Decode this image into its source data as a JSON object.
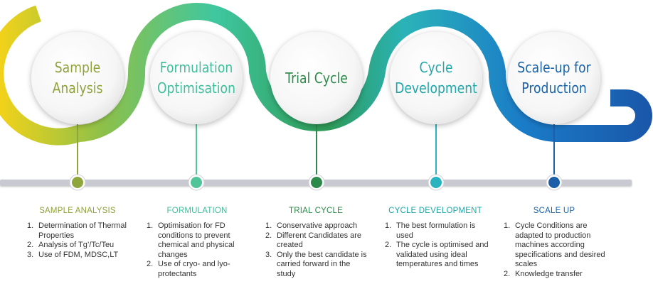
{
  "stages": [
    {
      "id": "sample",
      "circle_lines": [
        "Sample",
        "Analysis"
      ],
      "heading": "SAMPLE ANALYSIS",
      "color": "#8fa23a",
      "dot_color": "#8fa63d",
      "items": [
        {
          "num": "1.",
          "text": "Determination of Thermal Properties"
        },
        {
          "num": "2.",
          "text": "Analysis of Tg’/Tc/Teu"
        },
        {
          "num": "3.",
          "text": "Use of FDM, MDSC,LT"
        }
      ]
    },
    {
      "id": "formulation",
      "circle_lines": [
        "Formulation",
        "Optimisation"
      ],
      "heading": "FORMULATION",
      "color": "#3fbf9a",
      "dot_color": "#52c49a",
      "items": [
        {
          "num": "1.",
          "text": "Optimisation for FD conditions to prevent chemical and physical changes"
        },
        {
          "num": "2.",
          "text": "Use of cryo- and lyo- protectants"
        }
      ]
    },
    {
      "id": "trial",
      "circle_lines": [
        "Trial Cycle"
      ],
      "heading": "TRIAL CYCLE",
      "color": "#2e8a4a",
      "dot_color": "#2e8a4a",
      "items": [
        {
          "num": "1.",
          "text": "Conservative approach"
        },
        {
          "num": "2.",
          "text": "Different Candidates are created"
        },
        {
          "num": "3.",
          "text": "Only the best candidate is carried forward in the study"
        }
      ]
    },
    {
      "id": "cycle",
      "circle_lines": [
        "Cycle",
        "Development"
      ],
      "heading": "CYCLE DEVELOPMENT",
      "color": "#22a6a8",
      "dot_color": "#29b4c0",
      "items": [
        {
          "num": "1.",
          "text": "The best formulation is used"
        },
        {
          "num": "2.",
          "text": "The cycle is optimised and validated using ideal temperatures and times"
        }
      ]
    },
    {
      "id": "scale",
      "circle_lines": [
        "Scale-up for",
        "Production"
      ],
      "heading": "SCALE UP",
      "color": "#1a63a8",
      "dot_color": "#1a5fa8",
      "items": [
        {
          "num": "1.",
          "text": "Cycle Conditions are adapted to production machines according specifications and desired scales"
        },
        {
          "num": "2.",
          "text": "Knowledge transfer"
        }
      ]
    }
  ]
}
